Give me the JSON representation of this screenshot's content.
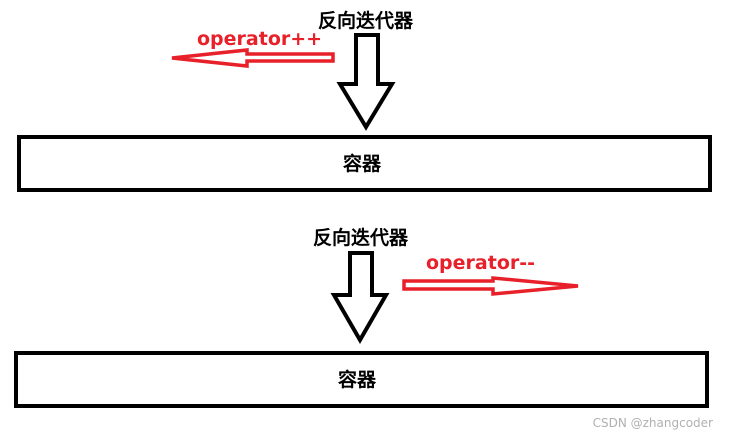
{
  "colors": {
    "ink": "#000000",
    "accent": "#e8202a",
    "watermark": "#b0b0b0"
  },
  "top_panel": {
    "iterator_label": "反向迭代器",
    "operator_label": "operator++",
    "container_label": "容器"
  },
  "bottom_panel": {
    "iterator_label": "反向迭代器",
    "operator_label": "operator--",
    "container_label": "容器"
  },
  "watermark": "CSDN @zhangcoder"
}
